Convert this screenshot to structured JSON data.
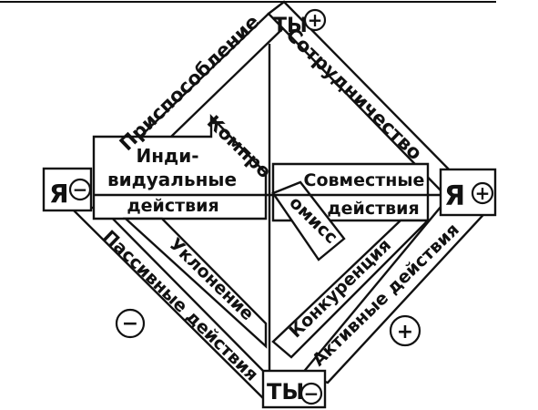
{
  "axes": {
    "top": "ТЫ",
    "bottom": "ТЫ",
    "left": "Я",
    "right": "Я"
  },
  "signs": {
    "top": "+",
    "bottom": "−",
    "left": "−",
    "right": "+",
    "lower_left": "−",
    "lower_right": "+"
  },
  "strategies": {
    "accommodation": "Приспособление",
    "cooperation": "Сотрудничество",
    "compromise_top": "Компро",
    "compromise_bottom": "омисс",
    "avoidance": "Уклонение",
    "competition": "Конкуренция",
    "individual_line1": "Инди-",
    "individual_line2": "видуальные",
    "individual_line3": "действия",
    "joint_line1": "Совместные",
    "joint_line2": "действия",
    "passive": "Пассивные действия",
    "active": "Активные действия"
  }
}
